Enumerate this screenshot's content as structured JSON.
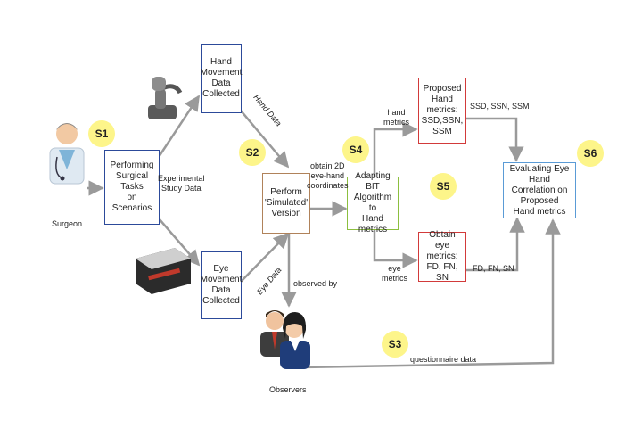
{
  "colors": {
    "arrow": "#9a9a9a",
    "badge_fill": "#fdf58a",
    "box_blue": "#2c4a9a",
    "box_brown": "#b0825a",
    "box_green": "#8cbf3f",
    "box_red": "#d23a3a",
    "box_light_blue": "#5a9bd6"
  },
  "steps": {
    "s1": "S1",
    "s2": "S2",
    "s3": "S3",
    "s4": "S4",
    "s5": "S5",
    "s6": "S6"
  },
  "boxes": {
    "surgical_tasks": "Performing\nSurgical Tasks\non Scenarios",
    "hand_collected": "Hand\nMovement\nData\nCollected",
    "eye_collected": "Eye\nMovement\nData\nCollected",
    "simulated": "Perform\n'Simulated'\nVersion",
    "bit_algorithm": "Adapting BIT\nAlgorithm to\nHand metrics",
    "proposed_hand": "Proposed\nHand\nmetrics:\nSSD,SSN,\nSSM",
    "eye_metrics": "Obtain eye\nmetrics:\nFD, FN, SN",
    "evaluating": "Evaluating Eye Hand\nCorrelation on Proposed\nHand metrics"
  },
  "labels": {
    "surgeon": "Surgeon",
    "observers": "Observers",
    "experimental": "Experimental\nStudy Data",
    "hand_data": "Hand Data",
    "eye_data": "Eye Data",
    "obtain_2d": "obtain 2D\neye-hand\ncoordinates",
    "observed_by": "observed by",
    "hand_metrics": "hand\nmetrics",
    "eye_metrics": "eye\nmetrics",
    "ssd_ssn_ssm": "SSD, SSN, SSM",
    "fd_fn_sn": "FD, FN, SN",
    "questionnaire": "questionnaire data"
  },
  "icons": {
    "surgeon": "surgeon-icon",
    "hand_device": "haptic-device-icon",
    "eye_device": "eye-tracker-icon",
    "observers": "observers-icon"
  }
}
